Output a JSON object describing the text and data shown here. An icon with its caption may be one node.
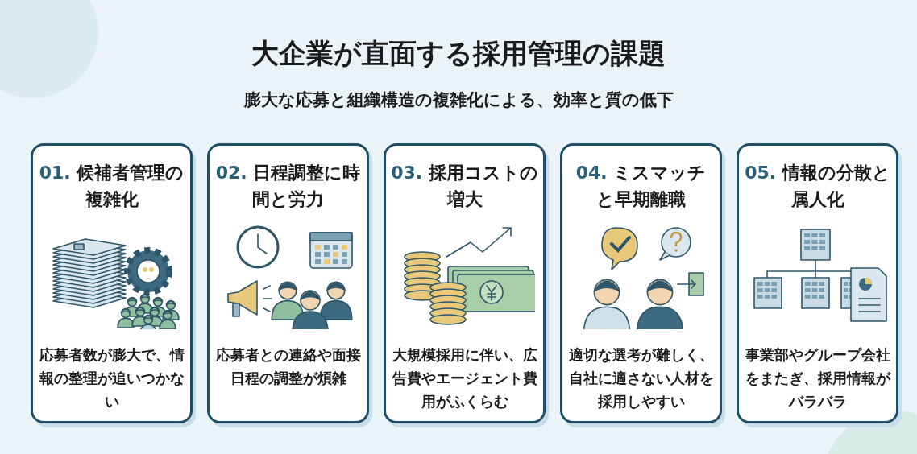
{
  "diagram": {
    "title": "大企業が直面する採用管理の課題",
    "caption": "膨大な応募と組織構造の複雑化による、効率と質の低下",
    "nodes": [
      {
        "text": [
          "01.",
          "候補者管理の複雑化",
          "応募者数が膨大で、情報の整理が追いつかない"
        ]
      },
      {
        "text": [
          "02.",
          "日程調整に時間と労力",
          "応募者との連絡や面接日程の調整が煩雑"
        ]
      },
      {
        "text": [
          "03.",
          "採用コストの増大",
          "大規模採用に伴い、広告費やエージェント費用がふくらむ"
        ]
      },
      {
        "text": [
          "04.",
          "ミスマッチと早期離職",
          "適切な選考が難しく、自社に適さない人材を採用しやすい"
        ]
      },
      {
        "text": [
          "05.",
          "情報の分散と属人化",
          "事業部やグループ会社をまたぎ、採用情報がバラバラ"
        ]
      }
    ],
    "edges": []
  }
}
